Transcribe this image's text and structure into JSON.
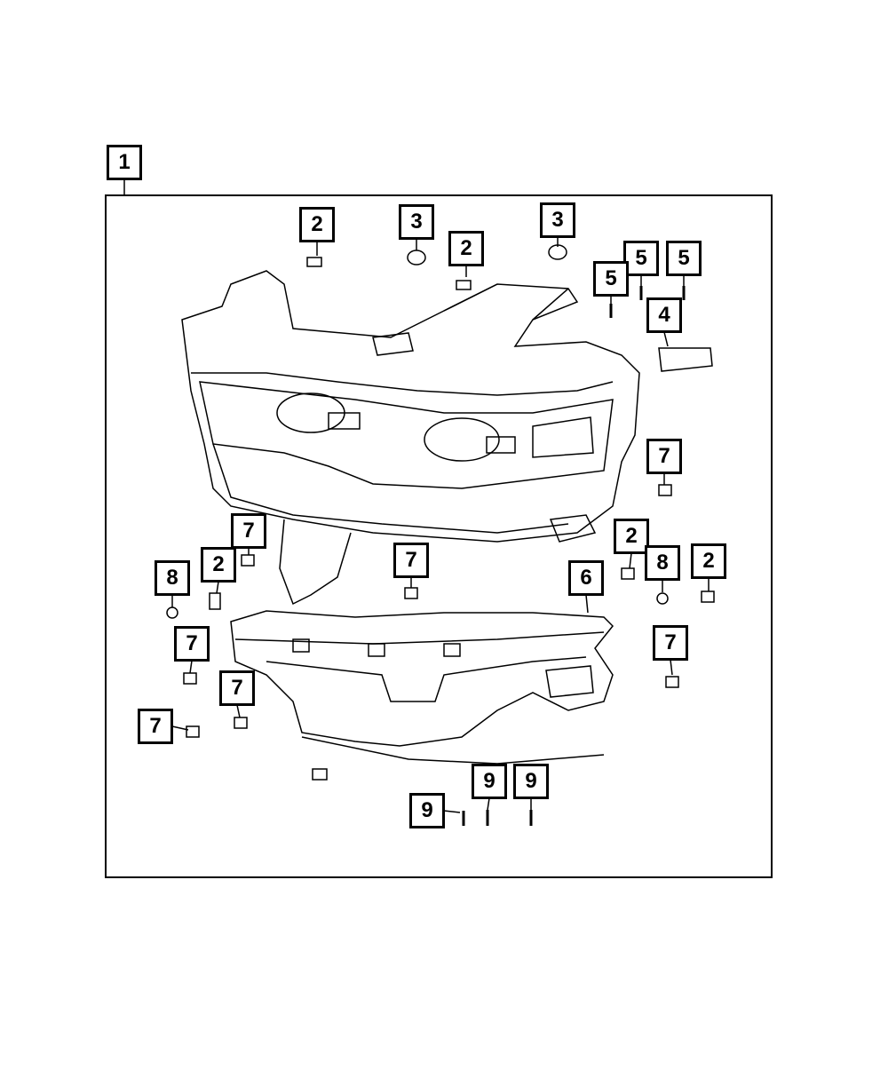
{
  "diagram": {
    "line_color": "#000000",
    "background": "#ffffff",
    "callouts": [
      {
        "label": "1",
        "part": "assembly"
      },
      {
        "label": "2"
      },
      {
        "label": "3"
      },
      {
        "label": "2"
      },
      {
        "label": "3"
      },
      {
        "label": "5"
      },
      {
        "label": "5"
      },
      {
        "label": "5"
      },
      {
        "label": "4"
      },
      {
        "label": "7"
      },
      {
        "label": "7"
      },
      {
        "label": "2"
      },
      {
        "label": "2"
      },
      {
        "label": "8"
      },
      {
        "label": "7"
      },
      {
        "label": "8"
      },
      {
        "label": "2"
      },
      {
        "label": "6"
      },
      {
        "label": "7"
      },
      {
        "label": "7"
      },
      {
        "label": "7"
      },
      {
        "label": "7"
      },
      {
        "label": "9"
      },
      {
        "label": "9"
      },
      {
        "label": "9"
      }
    ]
  }
}
